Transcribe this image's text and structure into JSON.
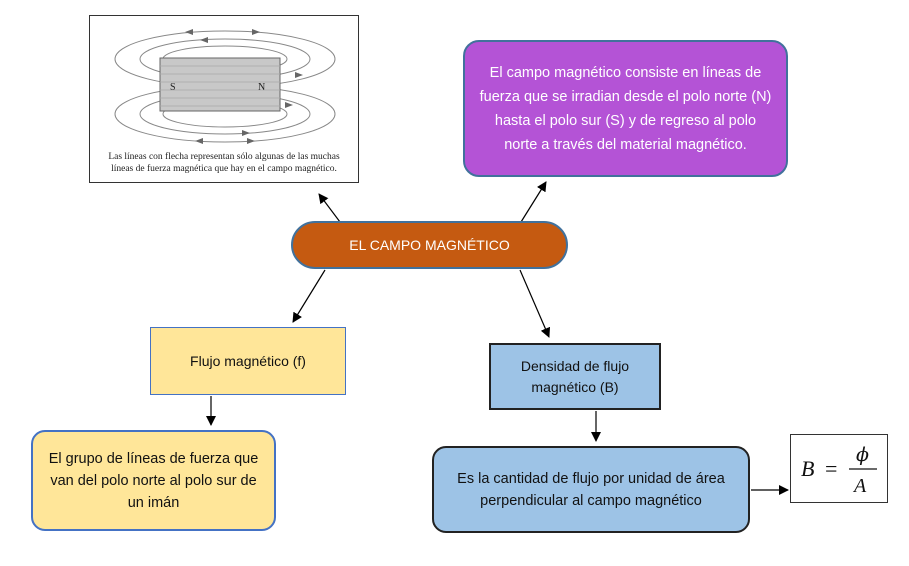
{
  "figure": {
    "pole_s": "S",
    "pole_n": "N",
    "caption_line1": "Las líneas con flecha representan sólo algunas de las muchas",
    "caption_line2": "líneas de fuerza magnética que hay en el campo magnético."
  },
  "center": {
    "label": "EL CAMPO MAGNÉTICO"
  },
  "purple": {
    "text": "El campo magnético consiste en líneas de fuerza que se irradian desde el polo norte (N) hasta el polo sur (S) y de regreso al polo norte a través del material magnético."
  },
  "flujo": {
    "label": "Flujo magnético (f)"
  },
  "flujo_desc": {
    "text": "El grupo de líneas de fuerza que van del polo norte al polo sur de un imán"
  },
  "densidad": {
    "label": "Densidad de flujo magnético (B)"
  },
  "densidad_desc": {
    "text": "Es la cantidad de flujo por unidad de área perpendicular al campo magnético"
  },
  "formula": {
    "lhs": "B",
    "eq": "=",
    "num": "ϕ",
    "den": "A"
  },
  "colors": {
    "center_fill": "#c55a11",
    "purple_fill": "#b453d6",
    "yellow_fill": "#ffe699",
    "blue_fill": "#9dc3e6",
    "outline_blue": "#4472c4"
  }
}
